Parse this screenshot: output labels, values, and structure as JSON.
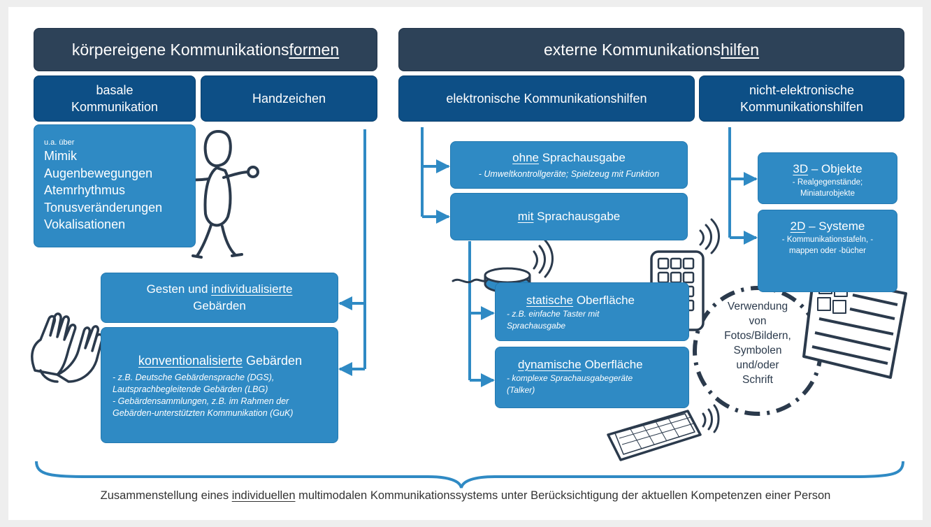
{
  "colors": {
    "dark_header": "#2d4258",
    "navy_box": "#0d4f86",
    "mid_box": "#2f8ac4",
    "line": "#2f8ac4",
    "outline": "#2b3a4c"
  },
  "left": {
    "header": {
      "pre": "körpereigene Kommunikations",
      "u": "formen"
    },
    "basale": {
      "line1": "basale",
      "line2": "Kommunikation"
    },
    "handzeichen": "Handzeichen",
    "basale_box": {
      "intro": "u.a. über",
      "items": [
        "Mimik",
        "Augenbewegungen",
        "Atemrhythmus",
        "Tonusveränderungen",
        "Vokalisationen"
      ]
    },
    "gesten": {
      "pre": "Gesten und ",
      "u": "individualisierte",
      "line2": "Gebärden"
    },
    "konv": {
      "u": "konventionalisierte",
      "post": " Gebärden",
      "lines": [
        "- z.B. Deutsche Gebärdensprache (DGS),",
        "Lautsprachbegleitende Gebärden (LBG)",
        "- Gebärdensammlungen, z.B. im Rahmen der",
        "Gebärden-unterstützten Kommunikation (GuK)"
      ]
    }
  },
  "right": {
    "header": {
      "pre": "externe Kommunikations",
      "u": "hilfen"
    },
    "elektronisch": "elektronische Kommunikationshilfen",
    "nicht_elektronisch": {
      "line1": "nicht-elektronische",
      "line2": "Kommunikationshilfen"
    },
    "ohne": {
      "u": "ohne",
      "post": " Sprachausgabe",
      "sub": "- Umweltkontrollgeräte; Spielzeug mit Funktion"
    },
    "mit": {
      "u": "mit",
      "post": " Sprachausgabe"
    },
    "statisch": {
      "u": "statische",
      "post": " Oberfläche",
      "sub1": "- z.B. einfache Taster mit",
      "sub2": "Sprachausgabe"
    },
    "dynamisch": {
      "u": "dynamische",
      "post": " Oberfläche",
      "sub1": "- komplexe Sprachausgabegeräte",
      "sub2": "(Talker)"
    },
    "objekte": {
      "u": "3D",
      "post": " – Objekte",
      "sub1": "- Realgegenstände;",
      "sub2": "Miniaturobjekte"
    },
    "systeme": {
      "u": "2D",
      "post": " – Systeme",
      "sub1": "- Kommunikationstafeln, -",
      "sub2": "mappen oder -bücher"
    },
    "verwendung": [
      "Verwendung",
      "von",
      "Fotos/Bildern,",
      "Symbolen",
      "und/oder",
      "Schrift"
    ]
  },
  "footer": {
    "pre": "Zusammenstellung eines ",
    "u": "individuellen",
    "post": " multimodalen Kommunikationssystems unter Berücksichtigung der aktuellen Kompetenzen einer Person"
  },
  "icons": [
    "stick-figure-icon",
    "hands-icon",
    "button-switch-icon",
    "phone-keypad-icon",
    "tablet-icon",
    "communication-board-icon",
    "sound-waves-icon"
  ]
}
